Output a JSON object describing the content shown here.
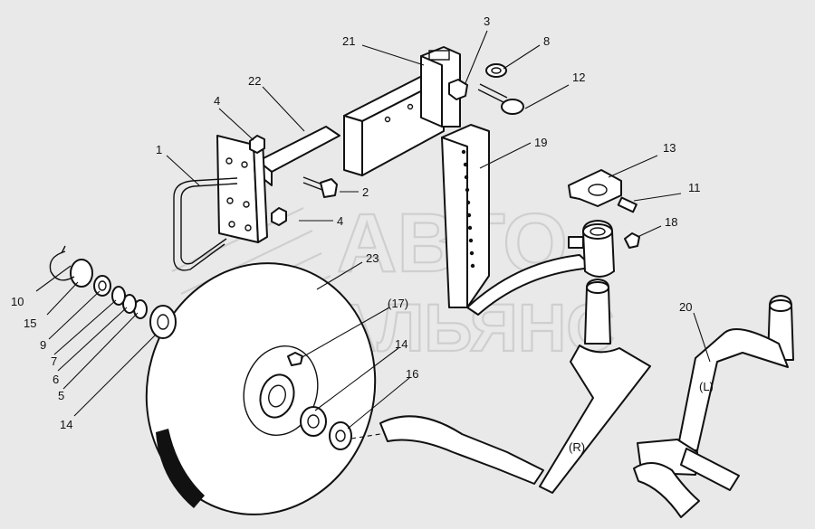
{
  "watermark": {
    "line1": "АВТО",
    "line2": "АЛЬЯНС"
  },
  "callouts": [
    {
      "id": "c1",
      "text": "1"
    },
    {
      "id": "c2",
      "text": "2"
    },
    {
      "id": "c3",
      "text": "3"
    },
    {
      "id": "c4a",
      "text": "4"
    },
    {
      "id": "c4b",
      "text": "4"
    },
    {
      "id": "c5",
      "text": "5"
    },
    {
      "id": "c6",
      "text": "6"
    },
    {
      "id": "c7",
      "text": "7"
    },
    {
      "id": "c8",
      "text": "8"
    },
    {
      "id": "c9",
      "text": "9"
    },
    {
      "id": "c10",
      "text": "10"
    },
    {
      "id": "c11",
      "text": "11"
    },
    {
      "id": "c12",
      "text": "12"
    },
    {
      "id": "c13",
      "text": "13"
    },
    {
      "id": "c14a",
      "text": "14"
    },
    {
      "id": "c14b",
      "text": "14"
    },
    {
      "id": "c15",
      "text": "15"
    },
    {
      "id": "c16",
      "text": "16"
    },
    {
      "id": "c17",
      "text": "(17)"
    },
    {
      "id": "c18",
      "text": "18"
    },
    {
      "id": "c19",
      "text": "19"
    },
    {
      "id": "c20",
      "text": "20"
    },
    {
      "id": "c21",
      "text": "21"
    },
    {
      "id": "c22",
      "text": "22"
    },
    {
      "id": "c23",
      "text": "23"
    }
  ],
  "side_marks": {
    "right": "(R)",
    "left": "(L)"
  }
}
